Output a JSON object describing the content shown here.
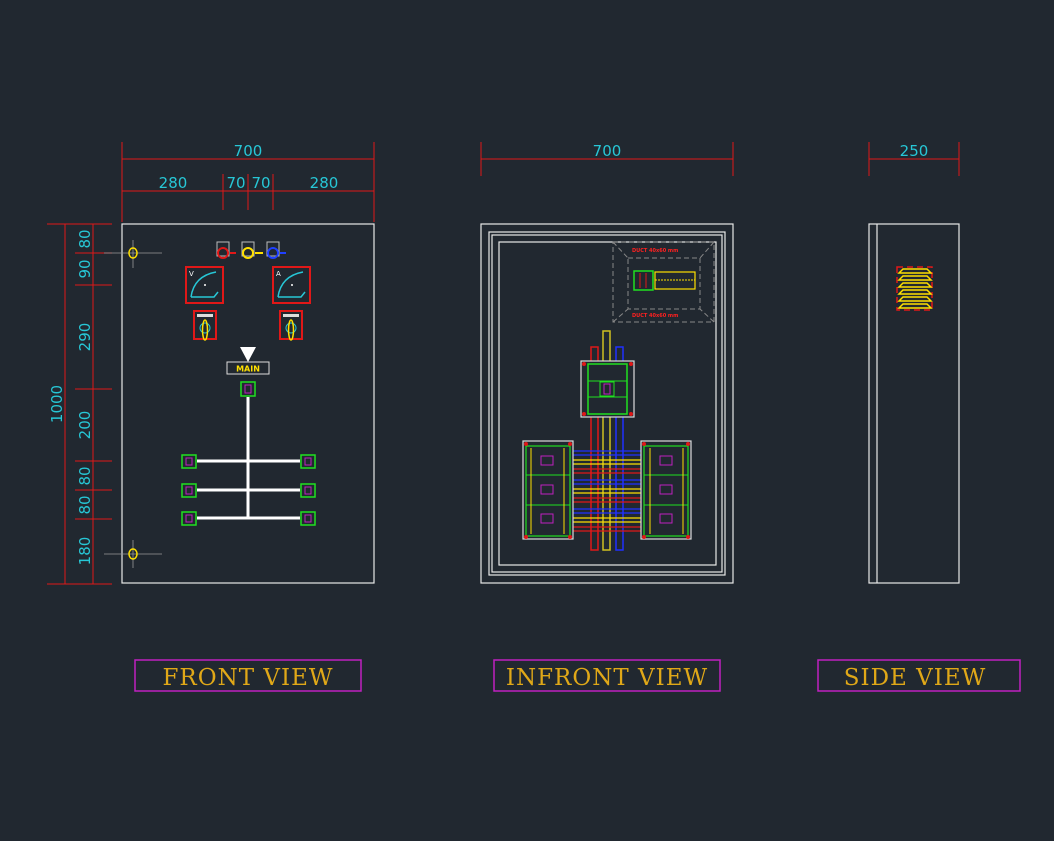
{
  "front_view": {
    "label": "FRONT VIEW",
    "width_total": "700",
    "width_parts": [
      "280",
      "70",
      "70",
      "280"
    ],
    "height_total": "1000",
    "height_parts": [
      "80",
      "90",
      "290",
      "200",
      "80",
      "80",
      "180"
    ],
    "meter_v": "V",
    "meter_a": "A",
    "main_label": "MAIN"
  },
  "infront_view": {
    "label": "INFRONT VIEW",
    "width_total": "700",
    "duct_label": "DUCT 40x60 mm"
  },
  "side_view": {
    "label": "SIDE VIEW",
    "depth_total": "250"
  },
  "colors": {
    "background": "#212830",
    "dimension": "#27c7d6",
    "dimension_line": "#e01818",
    "title_text": "#e0a818",
    "title_frame": "#c020c0",
    "outline": "#e8e8e8"
  }
}
